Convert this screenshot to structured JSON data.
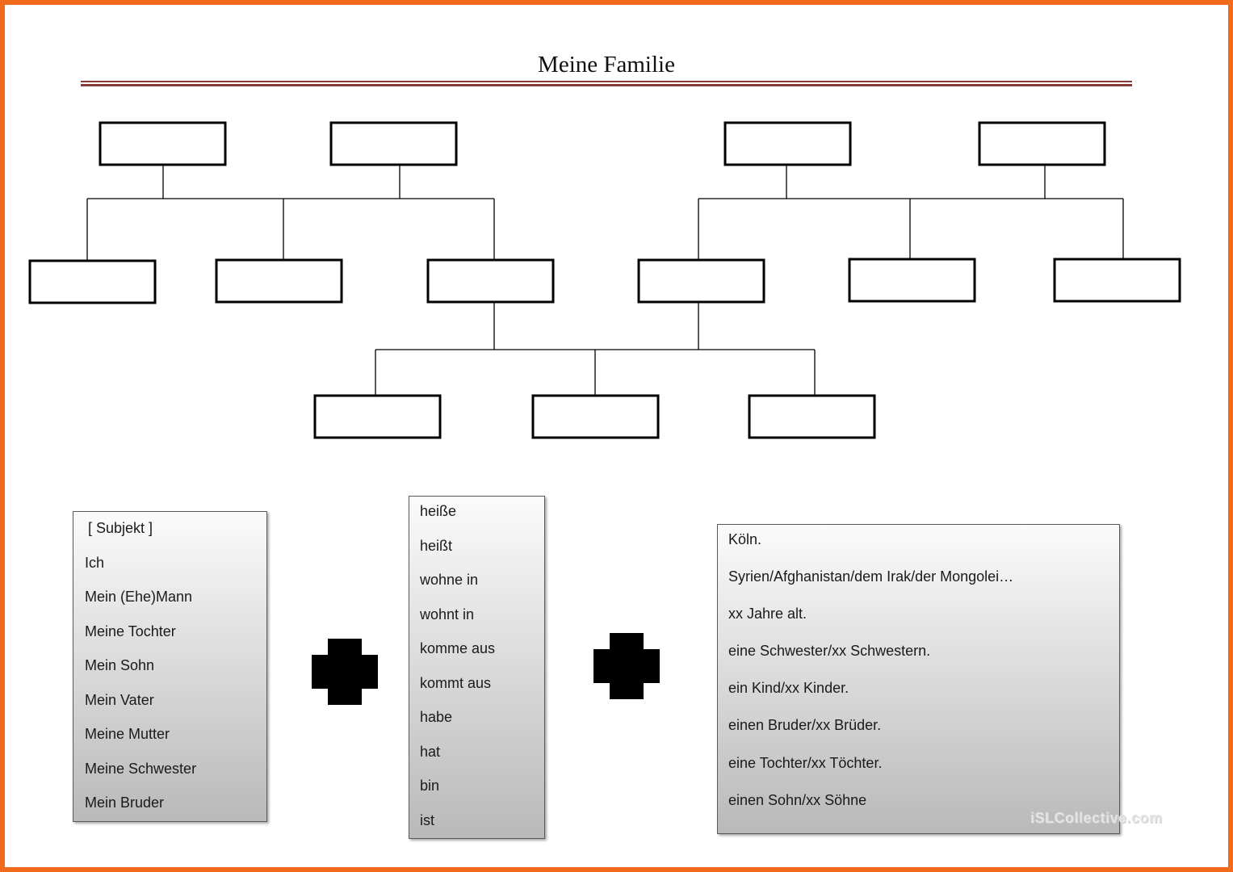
{
  "title": "Meine Familie",
  "frame_color": "#f26a1b",
  "rule_color": "#8b3a3a",
  "subject_list": {
    "items": [
      "[ Subjekt ]",
      "Ich",
      "Mein (Ehe)Mann",
      "Meine Tochter",
      "Mein Sohn",
      "Mein Vater",
      "Meine Mutter",
      "Meine Schwester",
      "Mein Bruder"
    ]
  },
  "verb_list": {
    "items": [
      "heiße",
      "heißt",
      "wohne in",
      "wohnt in",
      "komme aus",
      "kommt aus",
      "habe",
      "hat",
      "bin",
      "ist"
    ]
  },
  "complement_list": {
    "items": [
      "Köln.",
      "Syrien/Afghanistan/dem Irak/der Mongolei…",
      "xx Jahre alt.",
      "eine Schwester/xx Schwestern.",
      "ein Kind/xx Kinder.",
      "einen Bruder/xx Brüder.",
      "eine Tochter/xx Töchter.",
      "einen Sohn/xx Söhne"
    ]
  },
  "operators": [
    "plus-icon",
    "plus-icon"
  ],
  "watermark": "iSLCollective.com"
}
